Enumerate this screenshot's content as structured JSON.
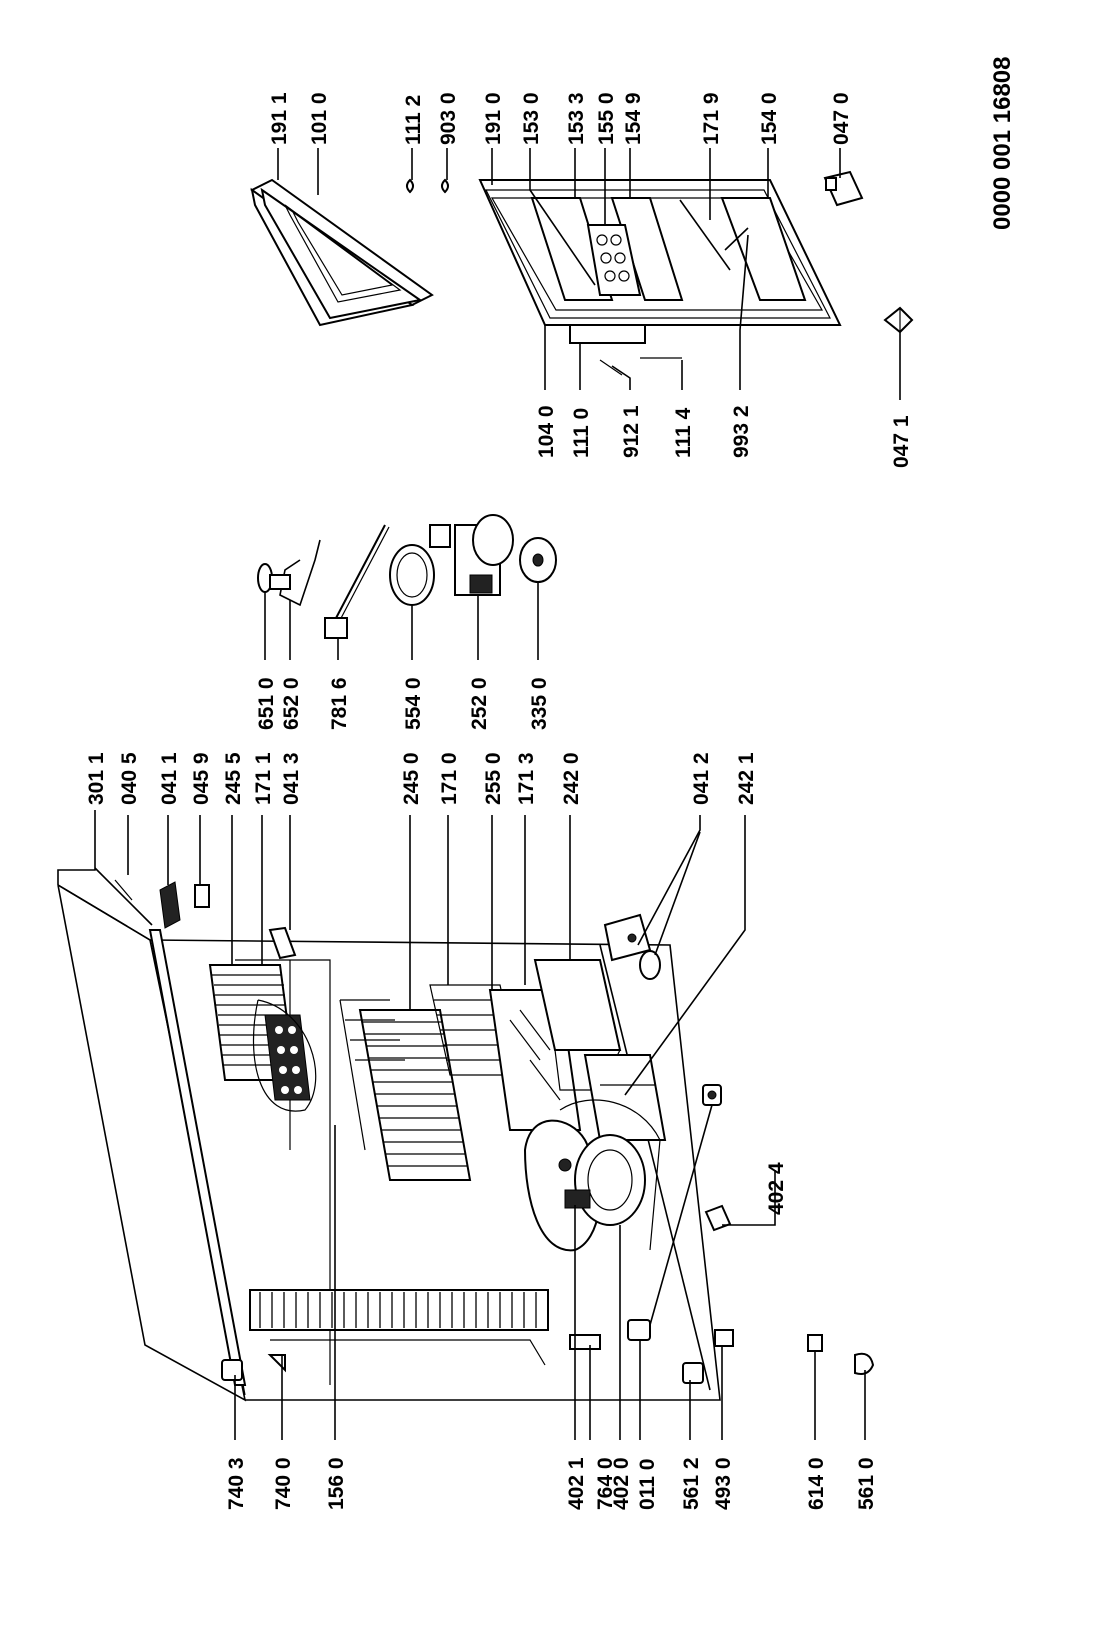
{
  "drawing_number": "0000  001 16808",
  "callouts": {
    "p7403": "740 3",
    "p7400": "740 0",
    "p1560": "156 0",
    "p4021": "402 1",
    "p7640": "764 0",
    "p4020": "402 0",
    "p0110": "011 0",
    "p5612": "561 2",
    "p4930": "493 0",
    "p6140": "614 0",
    "p5610": "561 0",
    "p4024": "402 4",
    "p3011": "301 1",
    "p0405": "040 5",
    "p0411": "041 1",
    "p0459": "045 9",
    "p2455": "245 5",
    "p1711": "171 1",
    "p0413": "041 3",
    "p2450": "245 0",
    "p1710": "171 0",
    "p2550": "255 0",
    "p1713": "171 3",
    "p2420": "242 0",
    "p0412": "041 2",
    "p2421": "242 1",
    "p6510": "651 0",
    "p6520": "652 0",
    "p7816": "781 6",
    "p5540": "554 0",
    "p2520": "252 0",
    "p3350": "335 0",
    "p1040": "104 0",
    "p1110": "111 0",
    "p9121": "912 1",
    "p1114": "111 4",
    "p9932": "993 2",
    "p0471": "047 1",
    "p1911": "191 1",
    "p1010": "101 0",
    "p1112": "111 2",
    "p9030": "903 0",
    "p1910": "191 0",
    "p1530": "153 0",
    "p1533": "153 3",
    "p1550": "155 0",
    "p1549": "154 9",
    "p1719": "171 9",
    "p1540": "154 0",
    "p0470": "047 0"
  }
}
